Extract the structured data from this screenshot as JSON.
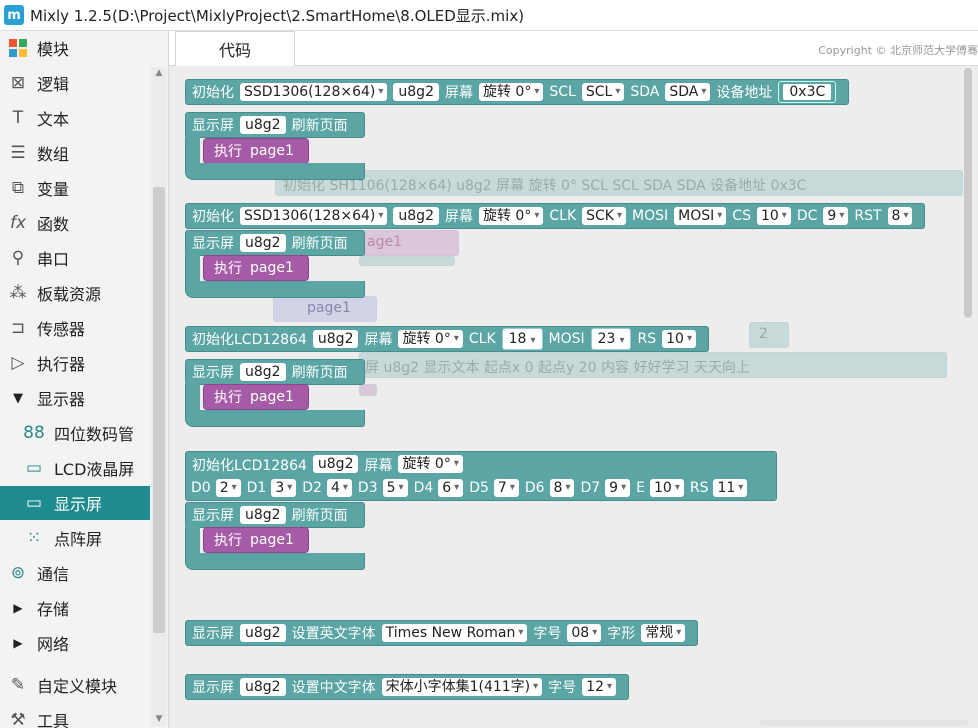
{
  "window": {
    "title": "Mixly 1.2.5(D:\\Project\\MixlyProject\\2.SmartHome\\8.OLED显示.mix)",
    "app_icon": "m"
  },
  "sidebar": {
    "items": [
      {
        "label": "模块",
        "icon": "puzzle-icon"
      },
      {
        "label": "逻辑",
        "icon": "logic-icon"
      },
      {
        "label": "文本",
        "icon": "text-icon"
      },
      {
        "label": "数组",
        "icon": "list-icon"
      },
      {
        "label": "变量",
        "icon": "variable-icon"
      },
      {
        "label": "函数",
        "icon": "function-icon"
      },
      {
        "label": "串口",
        "icon": "serial-icon"
      },
      {
        "label": "板载资源",
        "icon": "board-icon"
      },
      {
        "label": "传感器",
        "icon": "sensor-icon"
      },
      {
        "label": "执行器",
        "icon": "actuator-icon"
      },
      {
        "label": "显示器",
        "icon": "caret-down-icon"
      },
      {
        "label": "四位数码管",
        "icon": "segment-icon"
      },
      {
        "label": "LCD液晶屏",
        "icon": "lcd-icon"
      },
      {
        "label": "显示屏",
        "icon": "monitor-icon"
      },
      {
        "label": "点阵屏",
        "icon": "matrix-icon"
      },
      {
        "label": "通信",
        "icon": "antenna-icon"
      },
      {
        "label": "存储",
        "icon": "caret-right-icon"
      },
      {
        "label": "网络",
        "icon": "caret-right-icon"
      },
      {
        "label": "自定义模块",
        "icon": "pen-icon"
      },
      {
        "label": "工具",
        "icon": "tool-icon"
      }
    ],
    "active_index": 13
  },
  "tabs": {
    "code_label": "代码",
    "copyright": "Copyright © 北京师范大学傅骞"
  },
  "blocks": {
    "common": {
      "init": "初始化",
      "u8g2": "u8g2",
      "screen": "屏幕",
      "rotate": "旋转 0°",
      "display": "显示屏",
      "refresh": "刷新页面",
      "exec": "执行",
      "page1": "page1"
    },
    "b1": {
      "model": "SSD1306(128×64)",
      "scl_label": "SCL",
      "scl": "SCL",
      "sda_label": "SDA",
      "sda": "SDA",
      "addr_label": "设备地址",
      "addr": "0x3C"
    },
    "b2": {
      "model": "SSD1306(128×64)",
      "clk_label": "CLK",
      "clk": "SCK",
      "mosi_label": "MOSI",
      "mosi": "MOSI",
      "cs_label": "CS",
      "cs": "10",
      "dc_label": "DC",
      "dc": "9",
      "rst_label": "RST",
      "rst": "8"
    },
    "b3": {
      "init_lcd": "初始化LCD12864",
      "clk_label": "CLK",
      "clk": "18",
      "mosi_label": "MOSI",
      "mosi": "23",
      "rs_label": "RS",
      "rs": "10"
    },
    "b4": {
      "init_lcd": "初始化LCD12864",
      "pins": [
        {
          "label": "D0",
          "value": "2"
        },
        {
          "label": "D1",
          "value": "3"
        },
        {
          "label": "D2",
          "value": "4"
        },
        {
          "label": "D3",
          "value": "5"
        },
        {
          "label": "D4",
          "value": "6"
        },
        {
          "label": "D5",
          "value": "7"
        },
        {
          "label": "D6",
          "value": "8"
        },
        {
          "label": "D7",
          "value": "9"
        },
        {
          "label": "E",
          "value": "10"
        },
        {
          "label": "RS",
          "value": "11"
        }
      ]
    },
    "b5": {
      "set_en_font": "设置英文字体",
      "font": "Times New Roman",
      "size_label": "字号",
      "size": "08",
      "style_label": "字形",
      "style": "常规"
    },
    "b6": {
      "set_cn_font": "设置中文字体",
      "font": "宋体小字体集1(411字)",
      "size_label": "字号",
      "size": "12"
    },
    "ghost": {
      "sh1106_row": "初始化  SH1106(128×64)    u8g2   屏幕   旋转 0°    SCL   SCL    SDA   SDA    设备地址    0x3C",
      "page1_a": "age1",
      "page1_b": "page1",
      "text_row": "屏  u8g2  显示文本  起点x    0    起点y    20    内容    好好学习 天天向上",
      "two": "2"
    }
  }
}
